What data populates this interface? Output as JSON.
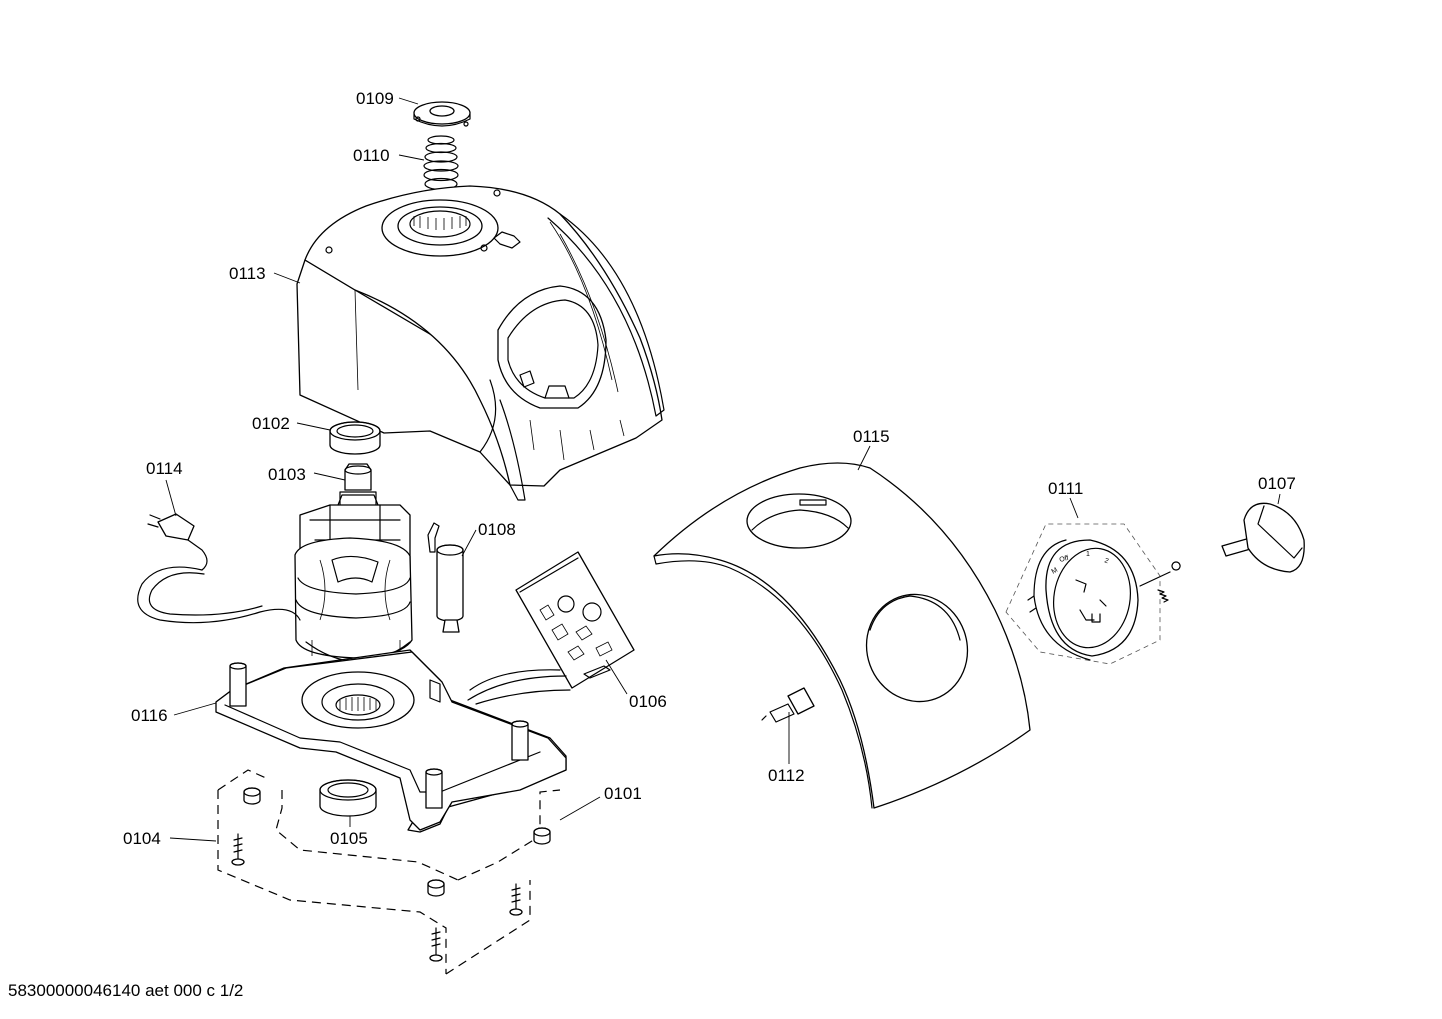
{
  "labels": {
    "p0101": "0101",
    "p0102": "0102",
    "p0103": "0103",
    "p0104": "0104",
    "p0105": "0105",
    "p0106": "0106",
    "p0107": "0107",
    "p0108": "0108",
    "p0109": "0109",
    "p0110": "0110",
    "p0111": "0111",
    "p0112": "0112",
    "p0113": "0113",
    "p0114": "0114",
    "p0115": "0115",
    "p0116": "0116"
  },
  "switch_dial": {
    "mark_off": "Off",
    "mark_m": "M",
    "mark_1": "1",
    "mark_2": "2"
  },
  "footer": "58300000046140 aet 000 c 1/2"
}
